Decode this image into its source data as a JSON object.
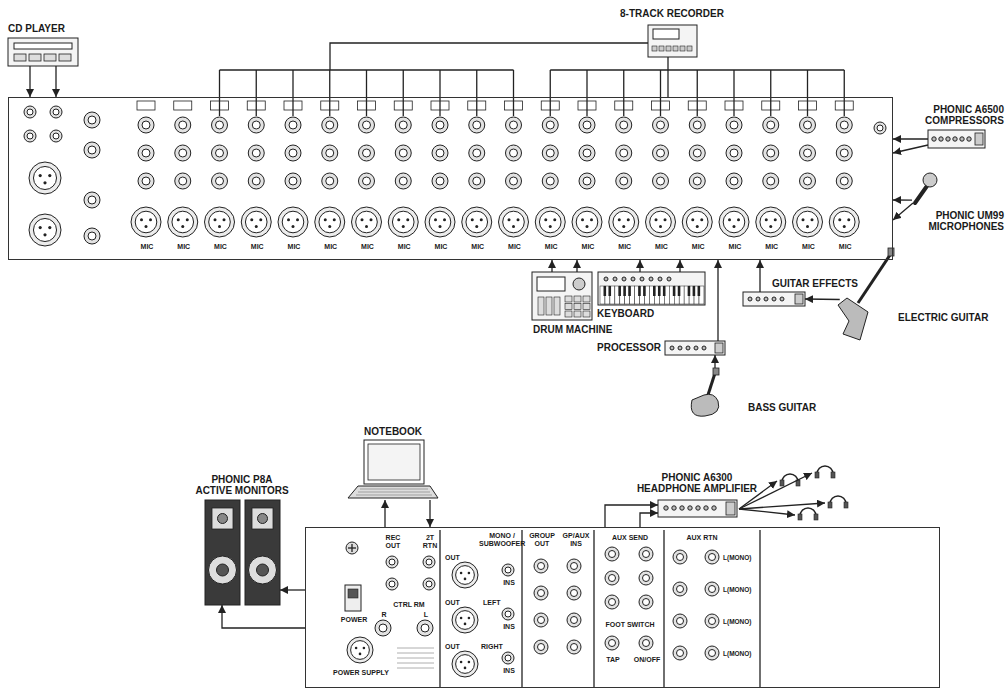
{
  "diagram": {
    "nodes": [
      {
        "text": [
          "CD PLAYER"
        ]
      },
      {
        "text": [
          "8-TRACK RECORDER"
        ]
      },
      {
        "text": [
          "MIC",
          "MIC",
          "MIC",
          "MIC",
          "MIC",
          "MIC",
          "MIC",
          "MIC",
          "MIC",
          "MIC",
          "MIC",
          "MIC",
          "MIC",
          "MIC",
          "MIC",
          "MIC",
          "MIC",
          "MIC",
          "MIC",
          "MIC"
        ]
      },
      {
        "text": [
          "PHONIC A6500 COMPRESSORS"
        ]
      },
      {
        "text": [
          "PHONIC UM99 MICROPHONES"
        ]
      },
      {
        "text": [
          "GUITAR EFFECTS"
        ]
      },
      {
        "text": [
          "KEYBOARD"
        ]
      },
      {
        "text": [
          "ELECTRIC GUITAR"
        ]
      },
      {
        "text": [
          "DRUM MACHINE"
        ]
      },
      {
        "text": [
          "PROCESSOR"
        ]
      },
      {
        "text": [
          "BASS GUITAR"
        ]
      },
      {
        "text": [
          "NOTEBOOK"
        ]
      },
      {
        "text": [
          "PHONIC A6300 HEADPHONE AMPLIFIER"
        ]
      },
      {
        "text": [
          "PHONIC P8A ACTIVE MONITORS"
        ]
      },
      {
        "text": [
          "REC OUT",
          "2T RTN",
          "MONO / SUBWOOFER",
          "GROUP OUT",
          "GP/AUX INS",
          "AUX SEND",
          "AUX RTN",
          "OUT",
          "INS",
          "LEFT",
          "OUT",
          "INS",
          "RIGHT",
          "OUT",
          "INS",
          "L(MONO)",
          "L(MONO)",
          "L(MONO)",
          "L(MONO)",
          "CTRL RM",
          "R",
          "L",
          "POWER",
          "FOOT SWITCH",
          "TAP",
          "ON/OFF",
          "POWER SUPPLY"
        ]
      }
    ],
    "edges": [
      {
        "from": 0,
        "to": 2,
        "arrow": "to"
      },
      {
        "from": 2,
        "to": 1,
        "arrow": "none"
      },
      {
        "from": 3,
        "to": 2,
        "arrow": "to"
      },
      {
        "from": 4,
        "to": 2,
        "arrow": "to"
      },
      {
        "from": 5,
        "to": 2,
        "arrow": "to"
      },
      {
        "from": 6,
        "to": 2,
        "arrow": "to"
      },
      {
        "from": 7,
        "to": 5,
        "arrow": "to"
      },
      {
        "from": 8,
        "to": 2,
        "arrow": "to"
      },
      {
        "from": 9,
        "to": 2,
        "arrow": "to"
      },
      {
        "from": 10,
        "to": 9,
        "arrow": "to"
      },
      {
        "from": 14,
        "to": 11,
        "arrow": "to"
      },
      {
        "from": 11,
        "to": 14,
        "arrow": "to"
      },
      {
        "from": 14,
        "to": 13,
        "arrow": "to"
      },
      {
        "from": 14,
        "to": 12,
        "arrow": "to"
      }
    ]
  }
}
